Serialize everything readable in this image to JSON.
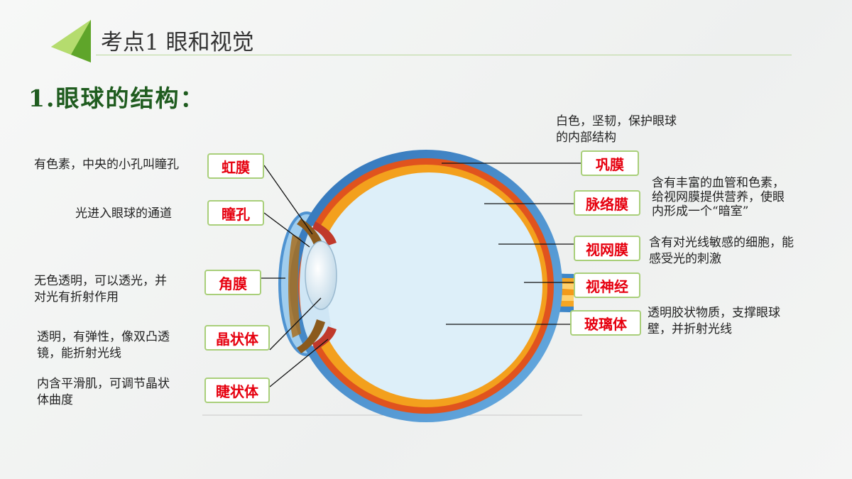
{
  "header": {
    "title": "考点1 眼和视觉"
  },
  "section": {
    "title": "1.眼球的结构："
  },
  "labels": {
    "iris": "虹膜",
    "pupil": "瞳孔",
    "cornea": "角膜",
    "lens": "晶状体",
    "ciliary": "睫状体",
    "sclera": "巩膜",
    "choroid": "脉络膜",
    "retina": "视网膜",
    "optic_nerve": "视神经",
    "vitreous": "玻璃体"
  },
  "descriptions": {
    "iris": [
      "有色素，中央的小孔叫瞳孔"
    ],
    "pupil": [
      "光进入眼球的通道"
    ],
    "cornea": [
      "无色透明，可以透光，并",
      "对光有折射作用"
    ],
    "lens": [
      "透明，有弹性，像双凸透",
      "镜，能折射光线"
    ],
    "ciliary": [
      "内含平滑肌，可调节晶状",
      "体曲度"
    ],
    "sclera": [
      "白色，坚韧，保护眼球",
      "的内部结构"
    ],
    "choroid": [
      "含有丰富的血管和色素，",
      "给视网膜提供营养，使眼",
      "内形成一个“暗室”"
    ],
    "retina": [
      "含有对光线敏感的细胞，能",
      "感受光的刺激"
    ],
    "vitreous": [
      "透明胶状物质，支撑眼球",
      "壁，并折射光线"
    ]
  },
  "colors": {
    "label_text": "#e6000f",
    "label_border": "#a9cf7a",
    "section_title": "#1f5c1f",
    "sclera": "#4f93d1",
    "choroid": "#e0531e",
    "retina": "#f3a01d",
    "vitreous": "#ddeff9",
    "accent_green": "#7cc242"
  }
}
